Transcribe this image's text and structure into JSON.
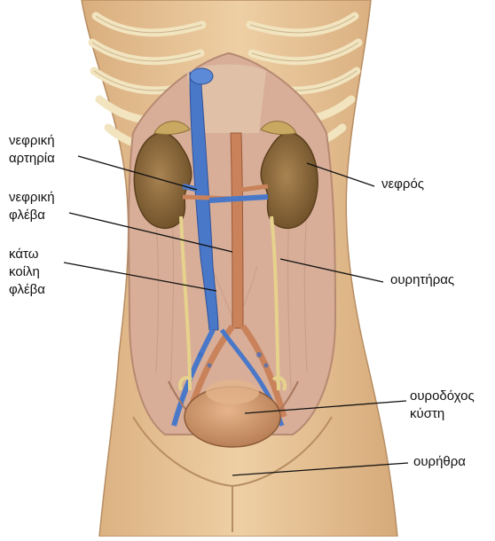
{
  "labels": {
    "renal_artery": [
      "νεφρική",
      "αρτηρία"
    ],
    "renal_vein": [
      "νεφρική",
      "φλέβα"
    ],
    "vena_cava": [
      "κάτω",
      "κοίλη",
      "φλέβα"
    ],
    "kidney": "νεφρός",
    "ureter": "ουρητήρας",
    "bladder": [
      "ουροδόχος",
      "κύστη"
    ],
    "urethra": "ουρήθρα"
  },
  "colors": {
    "skin": "#e8c49a",
    "ribs": "#efe2ba",
    "cavity": "#dcb49c",
    "kidney": "#8e6a3c",
    "vein": "#3f6fc2",
    "artery": "#c57a4e",
    "ureter": "#e9d99a",
    "bladder": "#d9a178",
    "leader_line": "#111111"
  }
}
